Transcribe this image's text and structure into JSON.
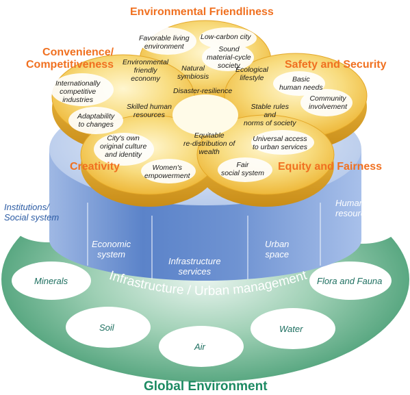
{
  "title_top": "Environmental Friendliness",
  "headings": {
    "convenience": [
      "Convenience/",
      "Competitiveness"
    ],
    "safety": "Safety and Security",
    "creativity": "Creativity",
    "equity": "Equity and Fairness"
  },
  "petal_items": {
    "favorable": [
      "Favorable living",
      "environment"
    ],
    "low_carbon": "Low-carbon city",
    "sound_material": [
      "Sound",
      "material-cycle",
      "society"
    ],
    "env_economy": [
      "Environmental",
      "friendly",
      "economy"
    ],
    "natural_symbiosis": [
      "Natural",
      "symbiosis"
    ],
    "ecological": [
      "Ecological",
      "lifestyle"
    ],
    "intl_competitive": [
      "Internationally",
      "competitive",
      "industries"
    ],
    "disaster": "Disaster-resilience",
    "basic_needs": [
      "Basic",
      "human needs"
    ],
    "community": [
      "Community",
      "involvement"
    ],
    "adaptability": [
      "Adaptability",
      "to changes"
    ],
    "skilled": [
      "Skilled human",
      "resources"
    ],
    "stable_rules": [
      "Stable rules",
      "and",
      "norms of society"
    ],
    "equitable": [
      "Equitable",
      "re-distribution of",
      "wealth"
    ],
    "universal": [
      "Universal access",
      "to urban services"
    ],
    "citys_own": [
      "City's own",
      "original culture",
      "and identity"
    ],
    "womens": [
      "Women's",
      "empowerment"
    ],
    "fair": [
      "Fair",
      "social system"
    ]
  },
  "base_layers": {
    "institutions": [
      "Institutions/",
      "Social system"
    ],
    "human_resources": [
      "Human",
      "resources"
    ],
    "economic": [
      "Economic",
      "system"
    ],
    "infrastructure": [
      "Infrastructure",
      "services"
    ],
    "urban_space": [
      "Urban",
      "space"
    ]
  },
  "ring_label": "Infrastructure / Urban management",
  "environment": {
    "minerals": "Minerals",
    "flora_fauna": "Flora and Fauna",
    "soil": "Soil",
    "air": "Air",
    "water": "Water"
  },
  "global_environment": "Global Environment",
  "colors": {
    "orange_heading": "#f07020",
    "gold_petal": "#f3c24a",
    "cylinder_blue": "#4f79c3",
    "ring_green": "#5fae8a",
    "global_green": "#1c8a62"
  }
}
